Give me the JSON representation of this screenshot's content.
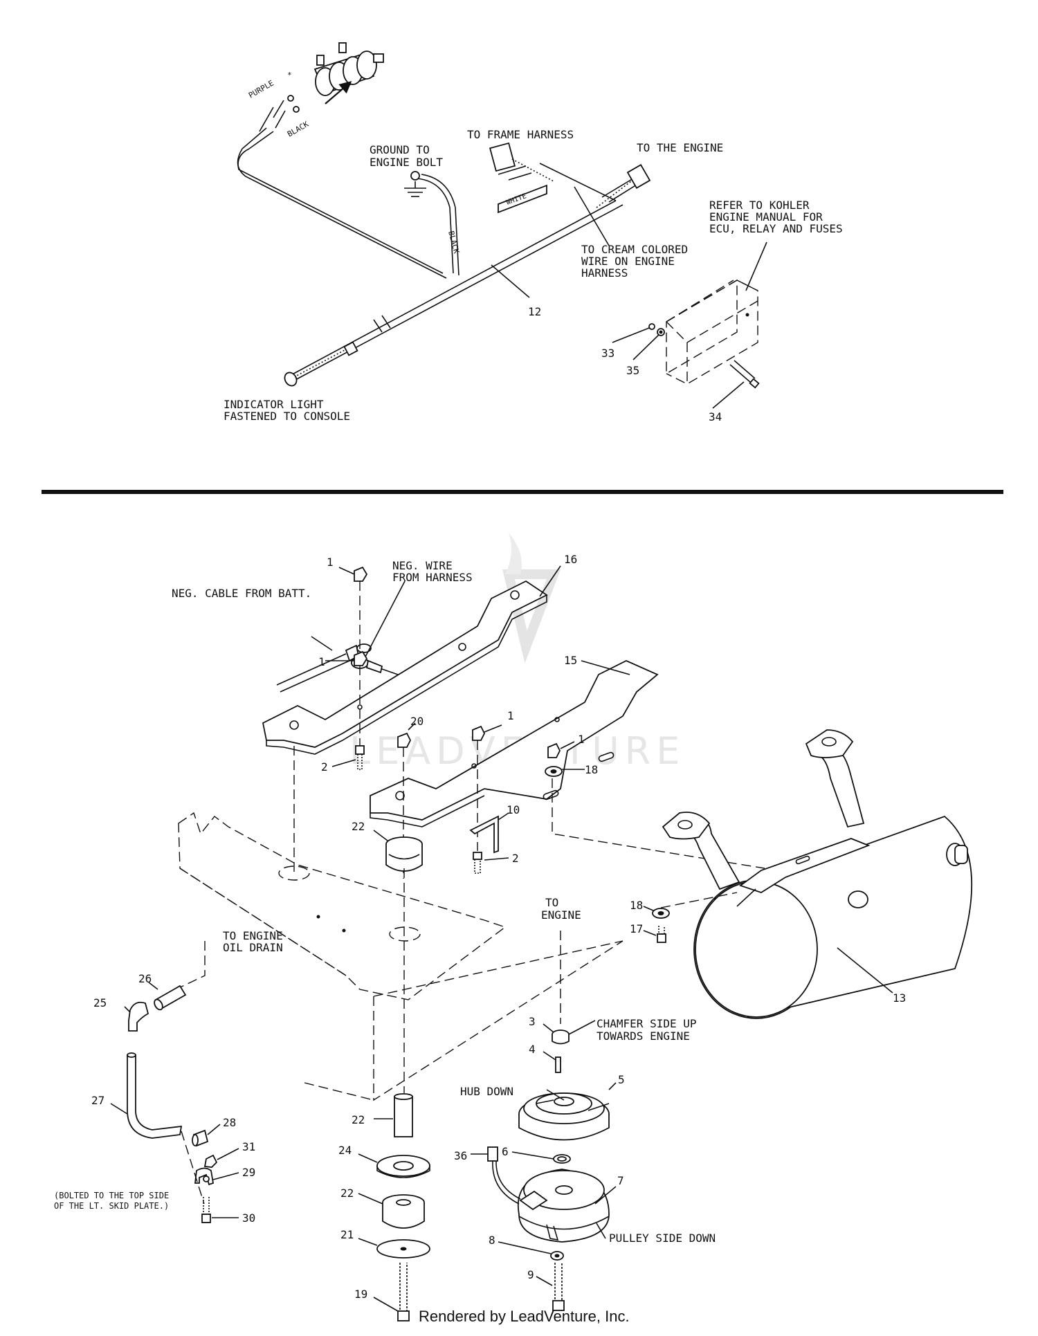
{
  "top_diagram": {
    "wire_labels": {
      "purple": "PURPLE",
      "star": "*",
      "black_top": "BLACK",
      "black_ground": "BLACK",
      "white": "WHITE"
    },
    "labels": {
      "ground_line1": "GROUND TO",
      "ground_line2": "ENGINE BOLT",
      "frame_harness": "TO FRAME HARNESS",
      "to_engine": "TO THE ENGINE",
      "kohler_line1": "REFER TO KOHLER",
      "kohler_line2": "ENGINE MANUAL FOR",
      "kohler_line3": "ECU, RELAY AND FUSES",
      "cream_line1": "TO CREAM COLORED",
      "cream_line2": "WIRE ON ENGINE",
      "cream_line3": "HARNESS",
      "indicator_line1": "INDICATOR LIGHT",
      "indicator_line2": "FASTENED TO CONSOLE"
    },
    "part_numbers": {
      "harness": "12",
      "nut": "33",
      "washer": "35",
      "bolt": "34"
    }
  },
  "bottom_diagram": {
    "labels": {
      "neg_wire_line1": "NEG. WIRE",
      "neg_wire_line2": "FROM HARNESS",
      "neg_cable": "NEG. CABLE FROM BATT.",
      "oil_drain_line1": "TO ENGINE",
      "oil_drain_line2": "OIL DRAIN",
      "to_engine_line1": "TO",
      "to_engine_line2": "ENGINE",
      "chamfer_line1": "CHAMFER SIDE UP",
      "chamfer_line2": "TOWARDS ENGINE",
      "hub_down": "HUB DOWN",
      "pulley_side_down": "PULLEY SIDE DOWN",
      "skid_line1": "(BOLTED TO THE TOP SIDE",
      "skid_line2": "OF THE LT. SKID PLATE.)"
    },
    "part_numbers": {
      "nut_a": "1",
      "nut_b": "1",
      "nut_c": "1",
      "nut_d": "1",
      "bolt_a": "2",
      "bolt_b": "2",
      "bracket_16": "16",
      "bracket_15": "15",
      "nut_20": "20",
      "washer_18a": "18",
      "washer_18b": "18",
      "clip_10": "10",
      "isolator_22a": "22",
      "isolator_22b": "22",
      "isolator_22c": "22",
      "muffler": "13",
      "bolt_17": "17",
      "hose_26": "26",
      "elbow_25": "25",
      "pipe_27": "27",
      "cap_28": "28",
      "nut_31": "31",
      "clamp_29": "29",
      "bolt_30": "30",
      "washer_24": "24",
      "washer_21": "21",
      "bolt_19": "19",
      "bushing_3": "3",
      "key_4": "4",
      "pulley_5": "5",
      "spacer_6": "6",
      "connector_36": "36",
      "clutch_7": "7",
      "washer_8": "8",
      "bolt_9": "9"
    }
  },
  "watermark": "LEADVENTURE",
  "footer": "Rendered by LeadVenture, Inc."
}
